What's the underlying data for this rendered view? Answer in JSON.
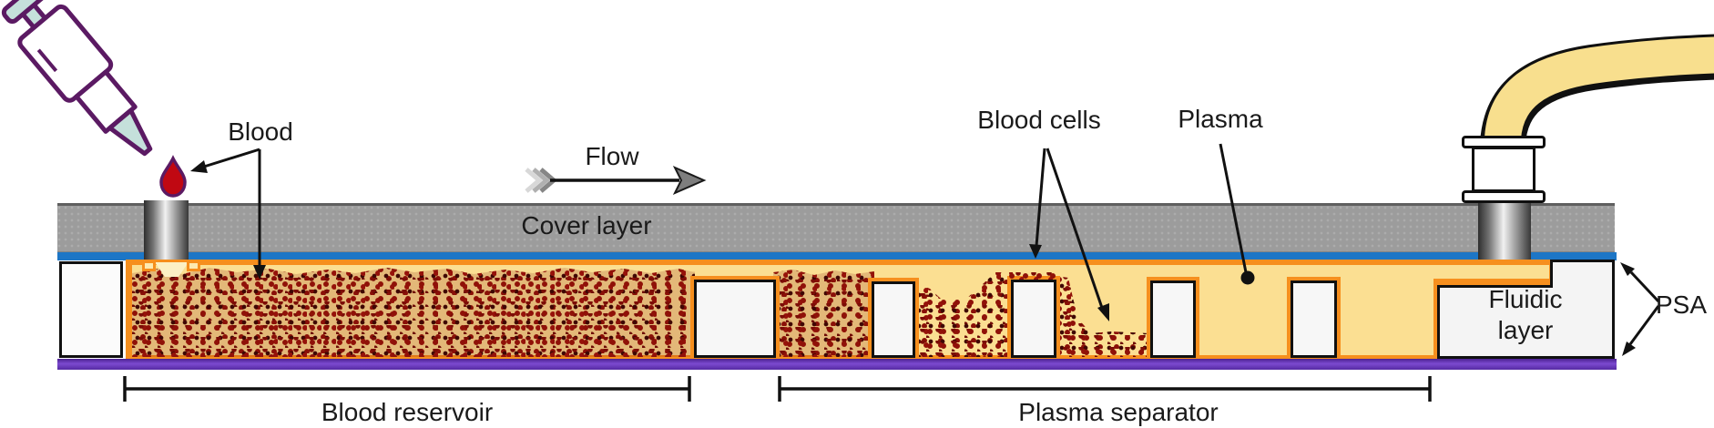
{
  "labels": {
    "blood": "Blood",
    "flow": "Flow",
    "cover_layer": "Cover layer",
    "blood_cells": "Blood cells",
    "plasma": "Plasma",
    "fluidic_layer_line1": "Fluidic",
    "fluidic_layer_line2": "layer",
    "psa": "PSA",
    "blood_reservoir": "Blood reservoir",
    "plasma_separator": "Plasma separator"
  },
  "colors": {
    "cover": "#9c9c9c",
    "psa_tape": "#1d76c6",
    "channel_fill": "#fbdf92",
    "channel_border": "#f68f1e",
    "blood_cell": "#8f1108",
    "bottom_layer": "#7141bd",
    "pillar_fill": "#f7f7f7",
    "tube_fill": "#f8df8e",
    "pipette_outline": "#5b1a63",
    "pipette_accent": "#c5e0db",
    "blood_drop": "#c00812"
  }
}
